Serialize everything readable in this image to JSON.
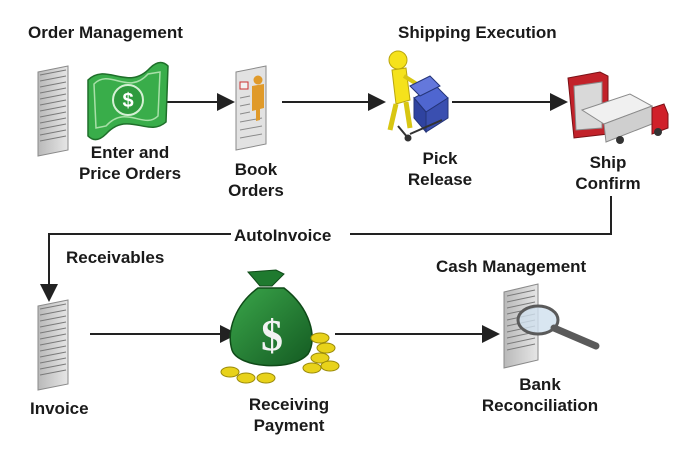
{
  "sections": {
    "order_management": "Order Management",
    "shipping_execution": "Shipping Execution",
    "receivables": "Receivables",
    "cash_management": "Cash Management"
  },
  "steps": {
    "enter_price": [
      "Enter and",
      "Price Orders"
    ],
    "book_orders": [
      "Book",
      "Orders"
    ],
    "pick_release": [
      "Pick",
      "Release"
    ],
    "ship_confirm": [
      "Ship",
      "Confirm"
    ],
    "invoice": "Invoice",
    "receiving_payment": [
      "Receiving",
      "Payment"
    ],
    "bank_reconciliation": [
      "Bank",
      "Reconciliation"
    ]
  },
  "connectors": {
    "autoinvoice": "AutoInvoice"
  },
  "icons": {
    "money": "$",
    "money_bag": "$"
  },
  "colors": {
    "money_green": "#2e9a3e",
    "bag_green": "#1f7a2f",
    "coin_yellow": "#e8d21a",
    "truck_red": "#c2222a",
    "box_blue": "#3a4fb0"
  }
}
